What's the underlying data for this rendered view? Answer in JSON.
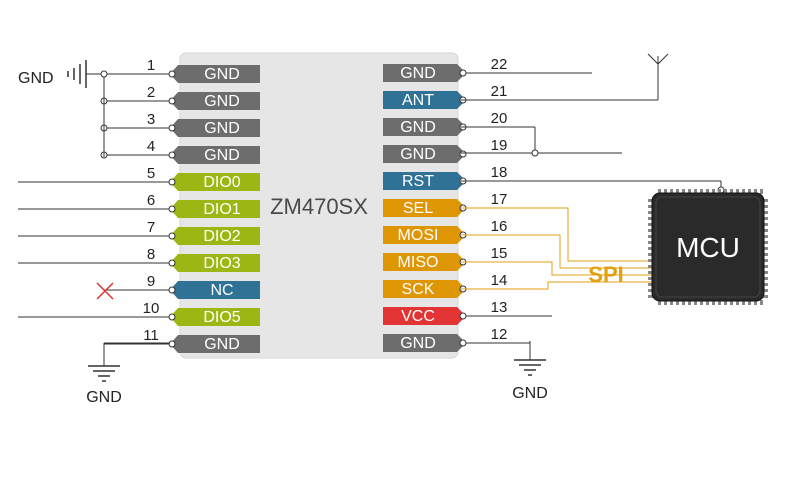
{
  "chip": {
    "name": "ZM470SX"
  },
  "mcu": {
    "label": "MCU"
  },
  "bus_label": "SPI",
  "ground_labels": {
    "top_left": "GND",
    "bottom_left": "GND",
    "bottom_right": "GND"
  },
  "colors": {
    "gnd": "#6d6d6d",
    "dio": "#9cb613",
    "nc": "#2f7295",
    "ant": "#2f7295",
    "rst": "#2f7295",
    "spi": "#df9605",
    "vcc": "#e23434",
    "chip_body": "#e6e6e6",
    "mcu_body": "#2a2a2a"
  },
  "left_pins": [
    {
      "num": "1",
      "label": "GND",
      "color": "gnd"
    },
    {
      "num": "2",
      "label": "GND",
      "color": "gnd"
    },
    {
      "num": "3",
      "label": "GND",
      "color": "gnd"
    },
    {
      "num": "4",
      "label": "GND",
      "color": "gnd"
    },
    {
      "num": "5",
      "label": "DIO0",
      "color": "dio"
    },
    {
      "num": "6",
      "label": "DIO1",
      "color": "dio"
    },
    {
      "num": "7",
      "label": "DIO2",
      "color": "dio"
    },
    {
      "num": "8",
      "label": "DIO3",
      "color": "dio"
    },
    {
      "num": "9",
      "label": "NC",
      "color": "nc"
    },
    {
      "num": "10",
      "label": "DIO5",
      "color": "dio"
    },
    {
      "num": "11",
      "label": "GND",
      "color": "gnd"
    }
  ],
  "right_pins": [
    {
      "num": "22",
      "label": "GND",
      "color": "gnd"
    },
    {
      "num": "21",
      "label": "ANT",
      "color": "ant"
    },
    {
      "num": "20",
      "label": "GND",
      "color": "gnd"
    },
    {
      "num": "19",
      "label": "GND",
      "color": "gnd"
    },
    {
      "num": "18",
      "label": "RST",
      "color": "rst"
    },
    {
      "num": "17",
      "label": "SEL",
      "color": "spi"
    },
    {
      "num": "16",
      "label": "MOSI",
      "color": "spi"
    },
    {
      "num": "15",
      "label": "MISO",
      "color": "spi"
    },
    {
      "num": "14",
      "label": "SCK",
      "color": "spi"
    },
    {
      "num": "13",
      "label": "VCC",
      "color": "vcc"
    },
    {
      "num": "12",
      "label": "GND",
      "color": "gnd"
    }
  ]
}
